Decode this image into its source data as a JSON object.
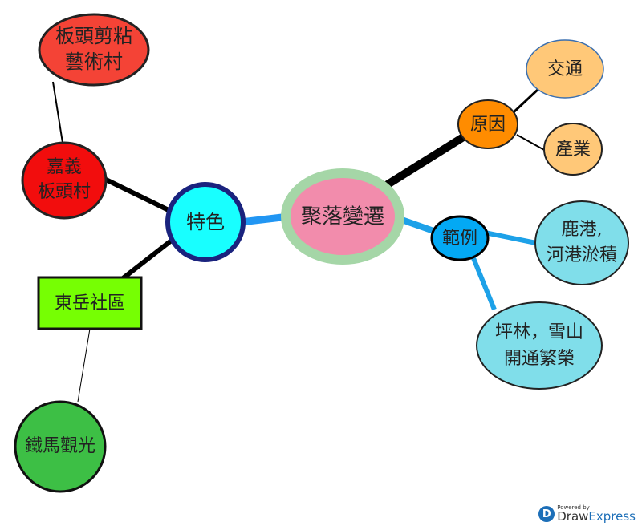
{
  "diagram": {
    "center": {
      "lines": [
        "聚落變遷"
      ],
      "fill": "#f28cac",
      "stroke": "#a5d6a7"
    },
    "features": {
      "lines": [
        "特色"
      ],
      "fill": "#18ffff",
      "stroke": "#1a237e"
    },
    "banqiao_art": {
      "lines": [
        "板頭剪粘",
        "藝術村"
      ],
      "fill": "#f44336"
    },
    "chiayi": {
      "lines": [
        "嘉義",
        "板頭村"
      ],
      "fill": "#f20d0d"
    },
    "dongyue": {
      "lines": [
        "東岳社區"
      ],
      "fill": "#76ff03"
    },
    "bike": {
      "lines": [
        "鐵馬觀光"
      ],
      "fill": "#3dbf45"
    },
    "reasons": {
      "lines": [
        "原因"
      ],
      "fill": "#ff8c00"
    },
    "traffic": {
      "lines": [
        "交通"
      ],
      "fill": "#ffc878"
    },
    "industry": {
      "lines": [
        "產業"
      ],
      "fill": "#ffc878"
    },
    "examples": {
      "lines": [
        "範例"
      ],
      "fill": "#03a9f4"
    },
    "lukang": {
      "lines": [
        "鹿港,",
        "河港淤積"
      ],
      "fill": "#80deea"
    },
    "pinglin": {
      "lines": [
        "坪林，雪山",
        "開通繁榮"
      ],
      "fill": "#80deea"
    }
  },
  "watermark": {
    "powered_by": "Powered by",
    "brand_a": "Draw",
    "brand_b": "Express"
  }
}
